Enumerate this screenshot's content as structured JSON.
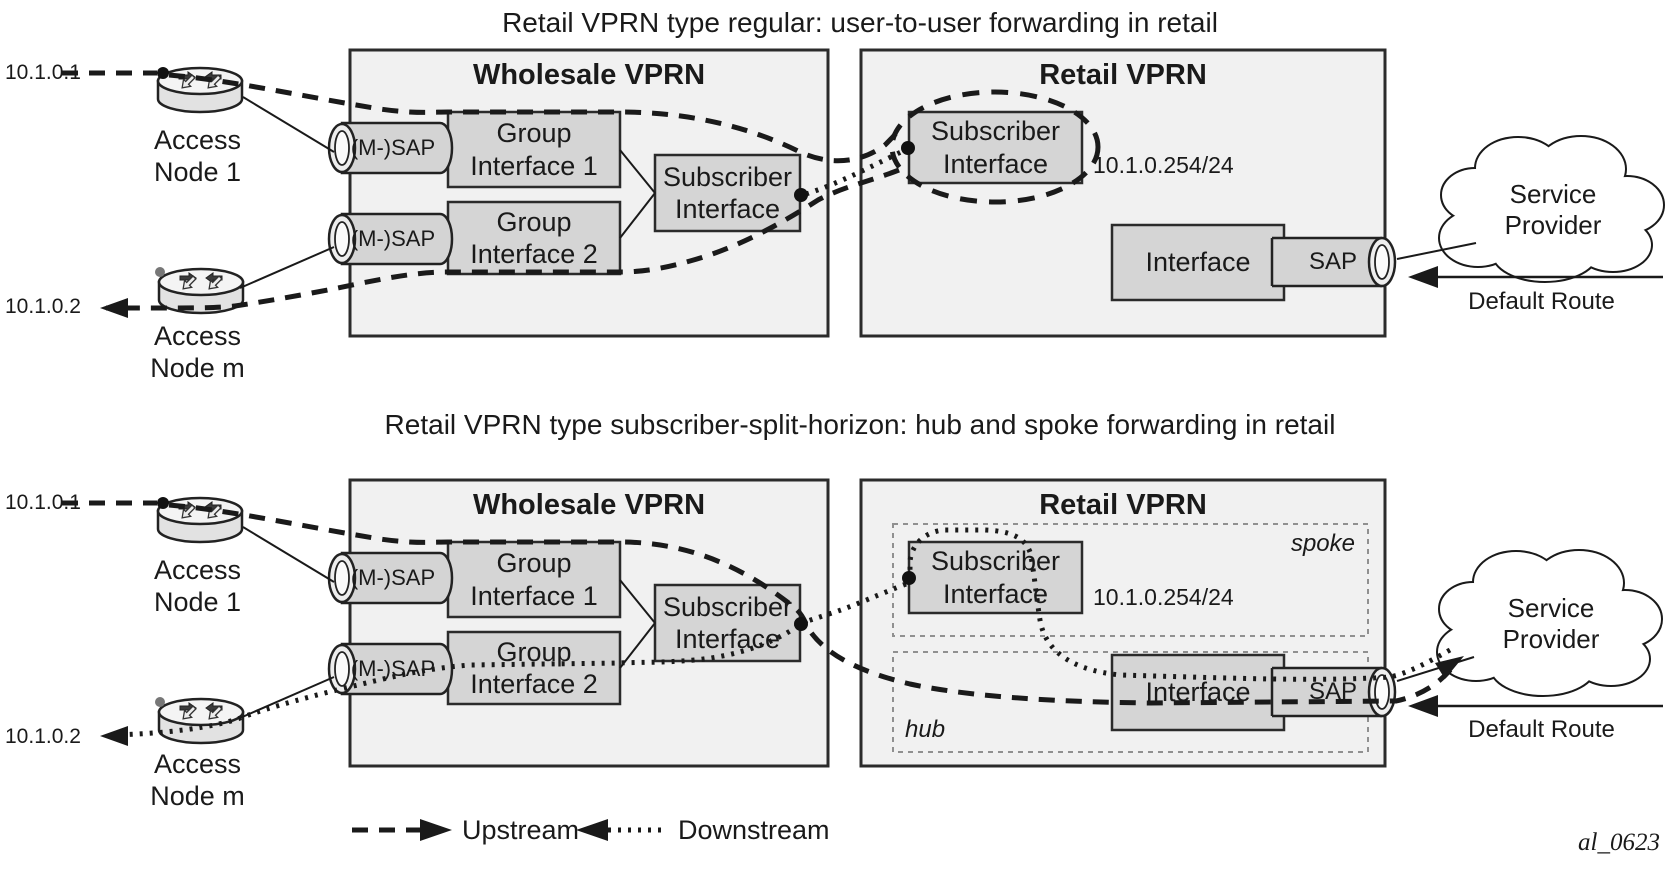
{
  "figure_label": "al_0623",
  "legend": {
    "upstream": "Upstream",
    "downstream": "Downstream"
  },
  "top": {
    "title": "Retail VPRN type regular: user-to-user forwarding in retail",
    "wholesale_label": "Wholesale VPRN",
    "retail_label": "Retail VPRN",
    "access_node_1_ip": "10.1.0.1",
    "access_node_1_label": "Access\nNode 1",
    "access_node_m_ip": "10.1.0.2",
    "access_node_m_label": "Access\nNode m",
    "msap_1": "(M-)SAP",
    "msap_2": "(M-)SAP",
    "group_interface_1": "Group\nInterface 1",
    "group_interface_2": "Group\nInterface 2",
    "wholesale_subscriber_interface": "Subscriber\nInterface",
    "retail_subscriber_interface": "Subscriber\nInterface",
    "subnet": "10.1.0.254/24",
    "interface_label": "Interface",
    "sap_label": "SAP",
    "cloud_label": "Service\nProvider",
    "default_route": "Default Route"
  },
  "bottom": {
    "title": "Retail VPRN type subscriber-split-horizon: hub and spoke forwarding in retail",
    "wholesale_label": "Wholesale VPRN",
    "retail_label": "Retail VPRN",
    "access_node_1_ip": "10.1.0.1",
    "access_node_1_label": "Access\nNode 1",
    "access_node_m_ip": "10.1.0.2",
    "access_node_m_label": "Access\nNode m",
    "msap_1": "(M-)SAP",
    "msap_2": "(M-)SAP",
    "group_interface_1": "Group\nInterface 1",
    "group_interface_2": "Group\nInterface 2",
    "wholesale_subscriber_interface": "Subscriber\nInterface",
    "retail_subscriber_interface": "Subscriber\nInterface",
    "subnet": "10.1.0.254/24",
    "interface_label": "Interface",
    "sap_label": "SAP",
    "cloud_label": "Service\nProvider",
    "default_route": "Default Route",
    "spoke_label": "spoke",
    "hub_label": "hub"
  },
  "palette": {
    "outer_box_fill": "#f1f1f1",
    "inner_box_fill": "#d5d5d5",
    "line": "#1a1a1a",
    "dashed_zone": "#909090"
  }
}
